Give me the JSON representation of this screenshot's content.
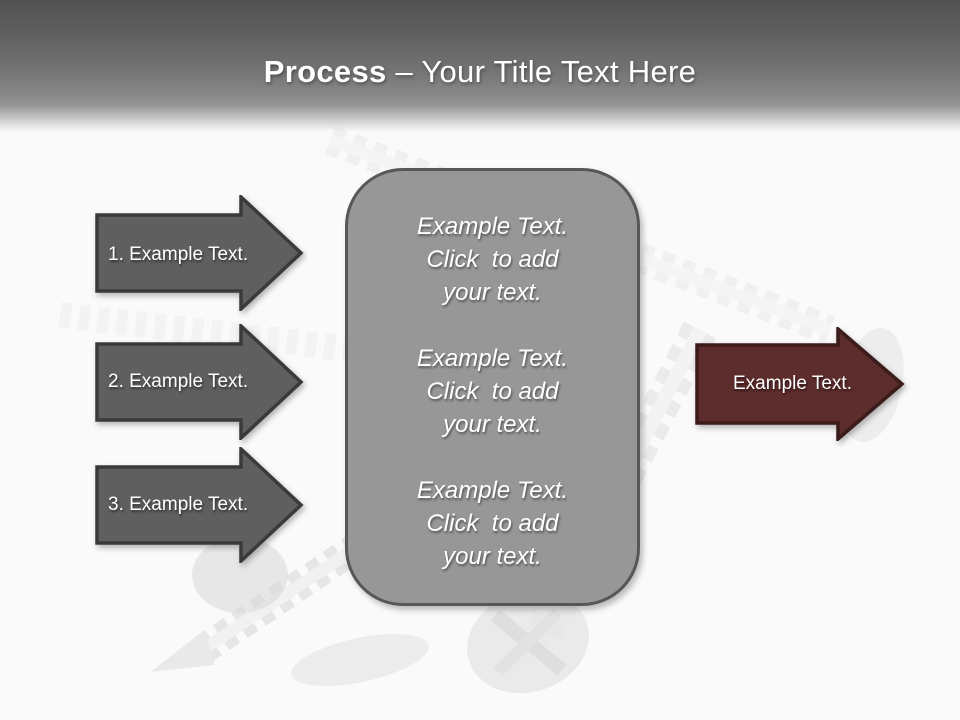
{
  "slide": {
    "title": {
      "bold": "Process",
      "separator": " – ",
      "rest": "Your Title Text Here"
    },
    "left_arrows": [
      {
        "label": "1. Example Text."
      },
      {
        "label": "2. Example Text."
      },
      {
        "label": "3. Example Text."
      }
    ],
    "center_box": {
      "blocks": [
        {
          "lines": [
            "Example Text.",
            "Click  to add",
            "your text."
          ]
        },
        {
          "lines": [
            "Example Text.",
            "Click  to add",
            "your text."
          ]
        },
        {
          "lines": [
            "Example Text.",
            "Click  to add",
            "your text."
          ]
        }
      ]
    },
    "right_arrow": {
      "label": "Example Text."
    },
    "background": {
      "watermark_description": "faded photo of metal screws"
    },
    "colors": {
      "header_top": "#515151",
      "header_bottom": "#9a9a9a",
      "background": "#fafafa",
      "gray_arrow_fill": "#5f5f5f",
      "gray_arrow_border": "#3a3a3a",
      "box_fill": "#979797",
      "box_border": "#575757",
      "red_arrow_fill": "#5d2c2c",
      "red_arrow_border": "#3c1b1b",
      "text": "#ffffff"
    }
  }
}
